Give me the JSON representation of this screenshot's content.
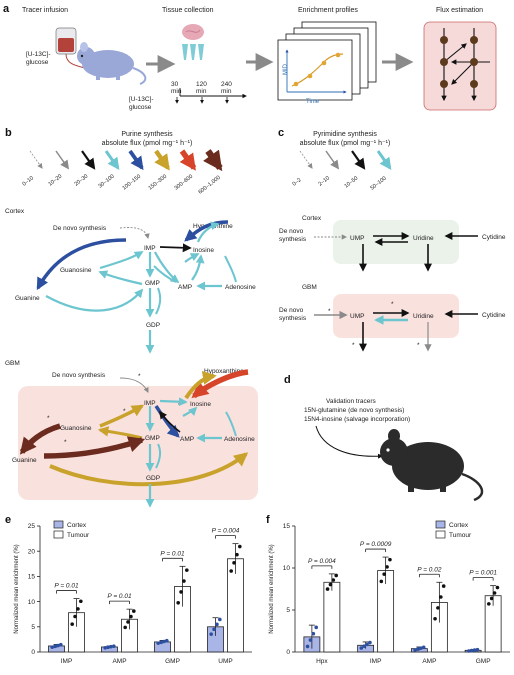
{
  "panel_a": {
    "label": "a",
    "steps": [
      "Tracer infusion",
      "Tissue collection",
      "Enrichment profiles",
      "Flux estimation"
    ],
    "infusion_label_line1": "[U-13C]-",
    "infusion_label_line2": "glucose",
    "timepoints": [
      "30",
      "120",
      "240"
    ],
    "time_unit": "min",
    "glucose_line1": "[U-13C]-",
    "glucose_line2": "glucose",
    "mid_label": "MID",
    "time_label": "Time"
  },
  "panel_b": {
    "label": "b",
    "title_line1": "Purine synthesis",
    "title_line2": "absolute flux (pmol mg⁻¹ h⁻¹)",
    "legend_bins": [
      "0–10",
      "10–20",
      "20–30",
      "30–100",
      "100–150",
      "150–300",
      "300–600",
      "600–1,000"
    ],
    "legend_colors": [
      "#9a9a9a",
      "#8a8a8a",
      "#111111",
      "#6cc5cf",
      "#2d4fa0",
      "#c9a22b",
      "#d6452a",
      "#6b2b1e"
    ],
    "cortex_label": "Cortex",
    "gbm_label": "GBM",
    "nodes": {
      "de_novo": "De novo synthesis",
      "imp": "IMP",
      "hypoxanthine": "Hypoxanthine",
      "inosine": "Inosine",
      "guanosine": "Guanosine",
      "guanine": "Guanine",
      "gmp": "GMP",
      "amp": "AMP",
      "adenosine": "Adenosine",
      "gdp": "GDP"
    },
    "star": "*"
  },
  "panel_c": {
    "label": "c",
    "title_line1": "Pyrimidine synthesis",
    "title_line2": "absolute flux (pmol mg⁻¹ h⁻¹)",
    "legend_bins": [
      "0–2",
      "2–10",
      "10–50",
      "50–100"
    ],
    "legend_colors": [
      "#9a9a9a",
      "#8a8a8a",
      "#111111",
      "#6cc5cf"
    ],
    "cortex_label": "Cortex",
    "gbm_label": "GBM",
    "de_novo_line1": "De novo",
    "de_novo_line2": "synthesis",
    "ump": "UMP",
    "uridine": "Uridine",
    "cytidine": "Cytidine",
    "star": "*"
  },
  "panel_d": {
    "label": "d",
    "title": "Validation tracers",
    "tracer1": "15N-glutamine (de novo synthesis)",
    "tracer2": "15N4-inosine (salvage incorporation)"
  },
  "panel_e": {
    "label": "e",
    "legend": [
      "Cortex",
      "Tumour"
    ],
    "pvalues": [
      "P = 0.01",
      "P = 0.01",
      "P = 0.01",
      "P = 0.004"
    ]
  },
  "panel_f": {
    "label": "f",
    "legend": [
      "Cortex",
      "Tumour"
    ],
    "pvalues": [
      "P = 0.004",
      "P = 0.0009",
      "P = 0.02",
      "P = 0.001"
    ]
  },
  "chart_data": [
    {
      "type": "bar",
      "panel": "e",
      "title": "",
      "xlabel": "",
      "ylabel": "Normalized mean enrichment (%)",
      "categories": [
        "IMP",
        "AMP",
        "GMP",
        "UMP"
      ],
      "ylim": [
        0,
        25
      ],
      "yticks": [
        0,
        5,
        10,
        15,
        20,
        25
      ],
      "series": [
        {
          "name": "Cortex",
          "values": [
            1.2,
            1.0,
            2.0,
            5.0
          ],
          "errors": [
            0.3,
            0.2,
            0.3,
            1.8
          ],
          "color": "#a9b5e6"
        },
        {
          "name": "Tumour",
          "values": [
            7.8,
            6.5,
            13.0,
            18.5
          ],
          "errors": [
            2.8,
            2.0,
            4.0,
            3.0
          ],
          "color": "#ffffff"
        }
      ]
    },
    {
      "type": "bar",
      "panel": "f",
      "title": "",
      "xlabel": "",
      "ylabel": "Normalized mean enrichment (%)",
      "categories": [
        "Hpx",
        "IMP",
        "AMP",
        "GMP"
      ],
      "ylim": [
        0,
        15
      ],
      "yticks": [
        0,
        5,
        10,
        15
      ],
      "series": [
        {
          "name": "Cortex",
          "values": [
            1.8,
            0.8,
            0.4,
            0.2
          ],
          "errors": [
            1.4,
            0.4,
            0.2,
            0.1
          ],
          "color": "#a9b5e6"
        },
        {
          "name": "Tumour",
          "values": [
            8.3,
            9.7,
            5.9,
            6.7
          ],
          "errors": [
            1.0,
            1.6,
            2.4,
            1.2
          ],
          "color": "#ffffff"
        }
      ]
    }
  ]
}
